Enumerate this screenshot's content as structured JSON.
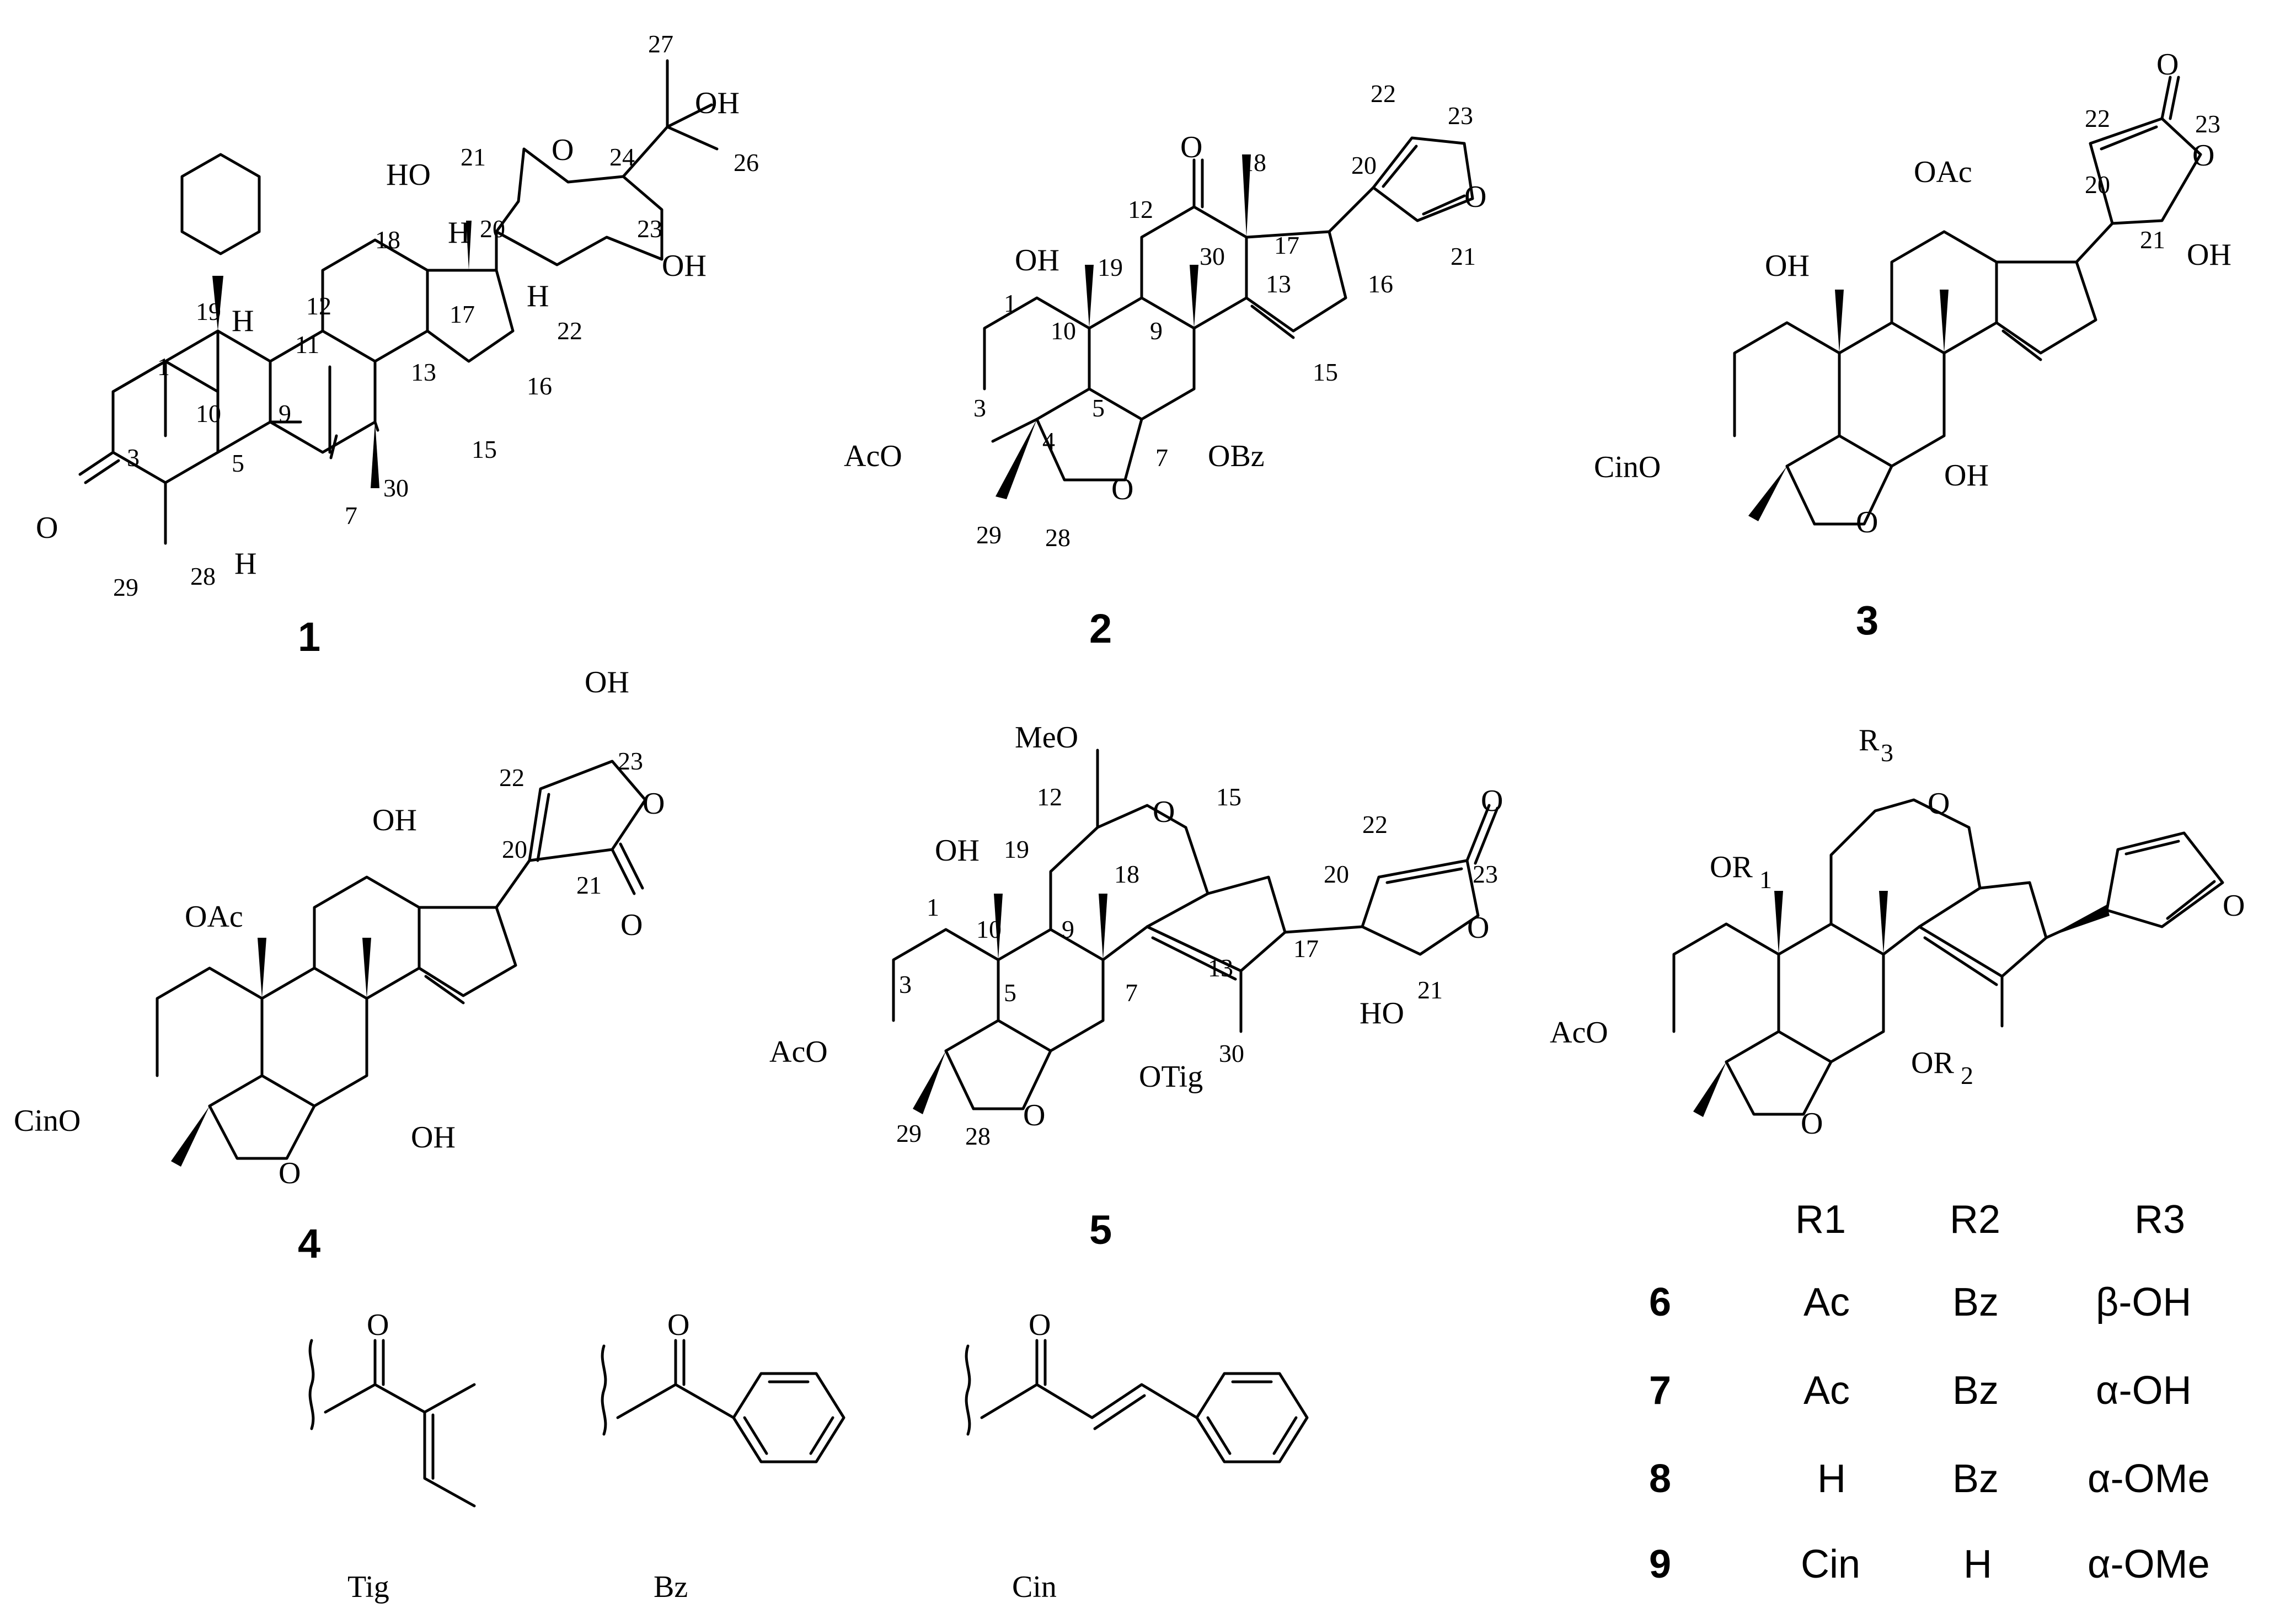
{
  "compounds": {
    "c1": {
      "id": "1",
      "atoms": {
        "ho21": "HO",
        "o_ring": "O",
        "oh27": "OH",
        "oh23": "OH",
        "h20": "H",
        "h9": "H",
        "h17": "H",
        "h5": "H",
        "o3": "O"
      },
      "numbers": [
        "27",
        "26",
        "24",
        "21",
        "23",
        "20",
        "18",
        "12",
        "17",
        "19",
        "11",
        "22",
        "1",
        "13",
        "16",
        "10",
        "9",
        "3",
        "5",
        "15",
        "30",
        "7",
        "29",
        "28"
      ]
    },
    "c2": {
      "id": "2",
      "atoms": {
        "o12": "O",
        "oh1": "OH",
        "aco3": "AcO",
        "obz": "OBz",
        "o_ring": "O",
        "o_furan": "O"
      },
      "numbers": [
        "22",
        "23",
        "20",
        "18",
        "12",
        "17",
        "21",
        "19",
        "30",
        "13",
        "16",
        "1",
        "10",
        "9",
        "15",
        "3",
        "5",
        "4",
        "7",
        "29",
        "28"
      ]
    },
    "c3": {
      "id": "3",
      "atoms": {
        "o_carbonyl": "O",
        "oac": "OAc",
        "o_lactone": "O",
        "oh21": "OH",
        "oh1": "OH",
        "cino": "CinO",
        "oh7": "OH",
        "o_ring": "O"
      },
      "numbers": [
        "22",
        "23",
        "20",
        "21"
      ]
    },
    "c4": {
      "id": "4",
      "atoms": {
        "oh23": "OH",
        "o_lactone": "O",
        "o_carbonyl": "O",
        "oh12": "OH",
        "oac": "OAc",
        "cino": "CinO",
        "oh7": "OH",
        "o_ring": "O"
      },
      "numbers": [
        "23",
        "22",
        "20",
        "21"
      ]
    },
    "c5": {
      "id": "5",
      "atoms": {
        "meo": "MeO",
        "o_ring7": "O",
        "o_carbonyl": "O",
        "oh1": "OH",
        "aco3": "AcO",
        "otig": "OTig",
        "o_lactone": "O",
        "ho21": "HO",
        "o_ring": "O"
      },
      "numbers": [
        "12",
        "15",
        "22",
        "20",
        "23",
        "19",
        "18",
        "1",
        "10",
        "9",
        "17",
        "13",
        "3",
        "5",
        "7",
        "21",
        "30",
        "29",
        "28"
      ]
    },
    "c6to9": {
      "atoms": {
        "r3": "R",
        "r3sub": "3",
        "o_ring7": "O",
        "or1": "OR",
        "or1sub": "1",
        "aco": "AcO",
        "or2": "OR",
        "or2sub": "2",
        "o_ring": "O",
        "o_furan": "O"
      }
    }
  },
  "substituents": {
    "tig": {
      "label": "Tig",
      "o": "O"
    },
    "bz": {
      "label": "Bz",
      "o": "O"
    },
    "cin": {
      "label": "Cin",
      "o": "O"
    }
  },
  "table": {
    "headers": [
      "R1",
      "R2",
      "R3"
    ],
    "rows": [
      {
        "id": "6",
        "r1": "Ac",
        "r2": "Bz",
        "r3": "β-OH"
      },
      {
        "id": "7",
        "r1": "Ac",
        "r2": "Bz",
        "r3": "α-OH"
      },
      {
        "id": "8",
        "r1": "H",
        "r2": "Bz",
        "r3": "α-OMe"
      },
      {
        "id": "9",
        "r1": "Cin",
        "r2": "H",
        "r3": "α-OMe"
      }
    ]
  }
}
